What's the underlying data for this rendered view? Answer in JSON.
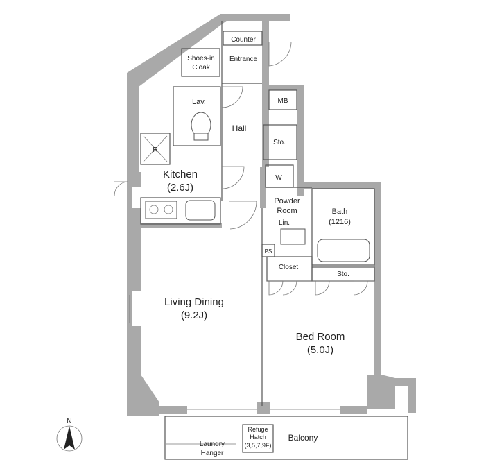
{
  "rooms": {
    "counter": "Counter",
    "entrance": "Entrance",
    "shoes_1": "Shoes-in",
    "shoes_2": "Cloak",
    "lav": "Lav.",
    "mb": "MB",
    "hall": "Hall",
    "sto_hall": "Sto.",
    "fridge": "R",
    "kitchen": "Kitchen",
    "kitchen_size": "(2.6J)",
    "w": "W",
    "powder_1": "Powder",
    "powder_2": "Room",
    "lin": "Lin.",
    "bath": "Bath",
    "bath_size": "(1216)",
    "ps": "PS",
    "closet": "Closet",
    "sto_bed": "Sto.",
    "living": "Living Dining",
    "living_size": "(9.2J)",
    "bed": "Bed Room",
    "bed_size": "(5.0J)",
    "refuge_1": "Refuge",
    "refuge_2": "Hatch",
    "refuge_3": "(3,5,7,9F)",
    "balcony": "Balcony",
    "laundry_1": "Laundry",
    "laundry_2": "Hanger",
    "north": "N"
  }
}
